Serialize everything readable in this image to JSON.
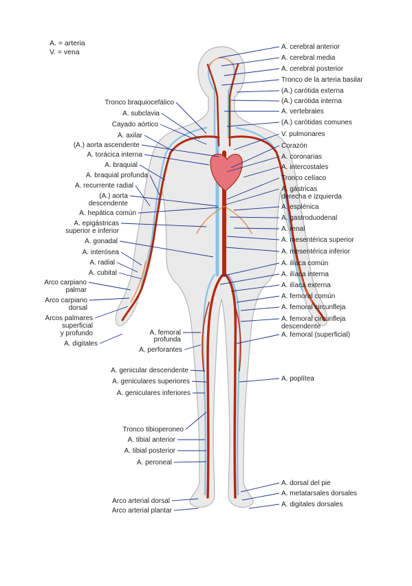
{
  "legend": {
    "artery": "A. = arteria",
    "vein": "V. = vena"
  },
  "colors": {
    "artery": "#b22a10",
    "artery_light": "#e0894a",
    "vein": "#8fc1e3",
    "body_fill": "#eaeaea",
    "body_stroke": "#b5b5b5",
    "heart": "#e8747c",
    "leader": "#1c2f8a"
  },
  "labels_right": [
    "A. cerebral anterior",
    "A. cerebral media",
    "A. cerebral posterior",
    "Tronco de la arteria basilar",
    "(A.) carótida externa",
    "(A.) carótida interna",
    "A. vertebrales",
    "(A.) carótidas comunes",
    "V. pulmonares",
    "Corazón",
    "A. coronarias",
    "A. intercostales",
    "Tronco celíaco",
    "A. gástricas",
    "derecha e izquierda",
    "A. esplénica",
    "A. gastroduodenal",
    "A. renal",
    "A. mesentérica superior",
    "A. mesentérica inferior",
    "A. ilíaca común",
    "A. ilíaca interna",
    "A. ilíaca externa",
    "A. femoral común",
    "A. femoral circunfleja",
    "A. femoral circunfleja",
    "descendente",
    "A. femoral (superficial)",
    "A. poplítea",
    "A. dorsal del pie",
    "A. metatarsales dorsales",
    "A. digitales dorsales"
  ],
  "labels_left": [
    "Tronco braquiocefálico",
    "A. subclavia",
    "Cayado aórtico",
    "A. axilar",
    "(A.) aorta ascendente",
    "A. torácica interna",
    "A. braquial",
    "A. braquial profunda",
    "A. recurrente radial",
    "(A.) aorta",
    "descendente",
    "A. hepática común",
    "A. epigástricas",
    "superior e inferior",
    "A. gonadal",
    "A. interósea",
    "A. radial",
    "A. cubital",
    "Arco carpiano",
    "palmar",
    "Arco carpiano",
    "dorsal",
    "Arcos palmares",
    "superficial",
    "y profundo",
    "A. digitales",
    "A. femoral",
    "profunda",
    "A. perforantes",
    "A. genicular descendente",
    "A. geniculares superiores",
    "A. geniculares inferiores",
    "Tronco tibioperoneo",
    "A. tibial anterior",
    "A. tibial posterior",
    "A. peroneal",
    "Arco arterial dorsal",
    "Arco arterial plantar"
  ]
}
